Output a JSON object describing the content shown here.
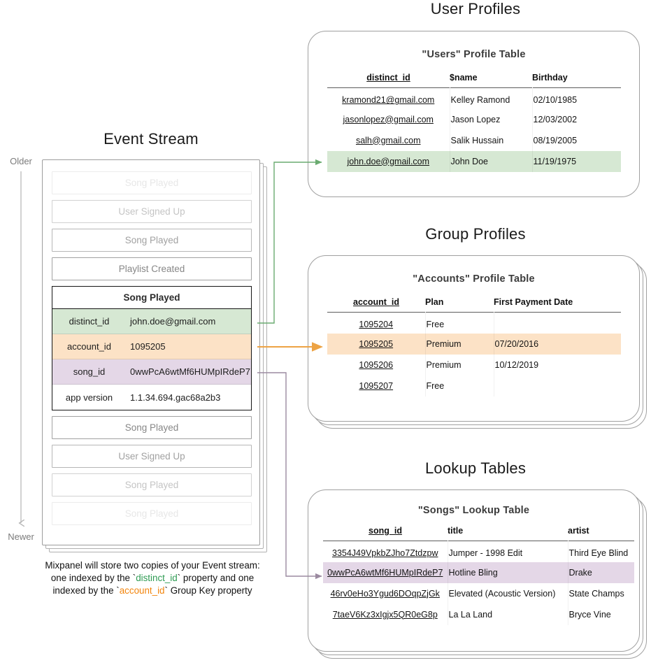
{
  "sections": {
    "event_stream_title": "Event Stream",
    "user_profiles_title": "User Profiles",
    "group_profiles_title": "Group Profiles",
    "lookup_tables_title": "Lookup Tables"
  },
  "timeline": {
    "older": "Older",
    "newer": "Newer"
  },
  "event_stream": {
    "items_before": [
      {
        "label": "Song Played",
        "fade": "f1"
      },
      {
        "label": "User Signed Up",
        "fade": "f2"
      },
      {
        "label": "Song Played",
        "fade": "f3"
      },
      {
        "label": "Playlist Created",
        "fade": "f4"
      }
    ],
    "expanded_event": {
      "title": "Song Played",
      "properties": [
        {
          "key": "distinct_id",
          "value": "john.doe@gmail.com",
          "highlight": "green"
        },
        {
          "key": "account_id",
          "value": "1095205",
          "highlight": "orange"
        },
        {
          "key": "song_id",
          "value": "0wwPcA6wtMf6HUMpIRdeP7",
          "highlight": "purple"
        },
        {
          "key": "app version",
          "value": "1.1.34.694.gac68a2b3",
          "highlight": "none"
        }
      ]
    },
    "items_after": [
      {
        "label": "Song Played",
        "fade": "f4"
      },
      {
        "label": "User Signed Up",
        "fade": "f3"
      },
      {
        "label": "Song Played",
        "fade": "f2"
      },
      {
        "label": "Song Played",
        "fade": "f1"
      }
    ]
  },
  "caption": {
    "line1_a": "Mixpanel will store two copies of your Event stream:",
    "line2_a": "one indexed by the `",
    "line2_token": "distinct_id",
    "line2_b": "` property and one",
    "line3_a": "indexed by the `",
    "line3_token": "account_id",
    "line3_b": "` Group Key property"
  },
  "users_table": {
    "title": "\"Users\" Profile Table",
    "columns": [
      "distinct_id",
      "$name",
      "Birthday"
    ],
    "rows": [
      {
        "cells": [
          "kramond21@gmail.com",
          "Kelley Ramond",
          "02/10/1985"
        ],
        "highlight": "none"
      },
      {
        "cells": [
          "jasonlopez@gmail.com",
          "Jason Lopez",
          "12/03/2002"
        ],
        "highlight": "none"
      },
      {
        "cells": [
          "salh@gmail.com",
          "Salik Hussain",
          "08/19/2005"
        ],
        "highlight": "none"
      },
      {
        "cells": [
          "john.doe@gmail.com",
          "John Doe",
          "11/19/1975"
        ],
        "highlight": "green"
      }
    ]
  },
  "accounts_table": {
    "title": "\"Accounts\" Profile Table",
    "columns": [
      "account_id",
      "Plan",
      "First Payment Date"
    ],
    "rows": [
      {
        "cells": [
          "1095204",
          "Free",
          ""
        ],
        "highlight": "none"
      },
      {
        "cells": [
          "1095205",
          "Premium",
          "07/20/2016"
        ],
        "highlight": "orange"
      },
      {
        "cells": [
          "1095206",
          "Premium",
          "10/12/2019"
        ],
        "highlight": "none"
      },
      {
        "cells": [
          "1095207",
          "Free",
          ""
        ],
        "highlight": "none"
      }
    ]
  },
  "songs_table": {
    "title": "\"Songs\" Lookup Table",
    "columns": [
      "song_id",
      "title",
      "artist"
    ],
    "rows": [
      {
        "cells": [
          "3354J49VpkbZJho7Ztdzpw",
          "Jumper - 1998 Edit",
          "Third Eye Blind"
        ],
        "highlight": "none"
      },
      {
        "cells": [
          "0wwPcA6wtMf6HUMpIRdeP7",
          "Hotline Bling",
          "Drake"
        ],
        "highlight": "purple"
      },
      {
        "cells": [
          "46rv0eHo3Ygud6DOqpZjGk",
          "Elevated (Acoustic Version)",
          "State Champs"
        ],
        "highlight": "none"
      },
      {
        "cells": [
          "7taeV6Kz3xIgjx5QR0eG8p",
          "La La Land",
          "Bryce Vine"
        ],
        "highlight": "none"
      }
    ]
  },
  "colors": {
    "green_row": "#d6e8d3",
    "orange_row": "#fce2c6",
    "purple_row": "#e4d7e7",
    "green_arrow": "#6aab70",
    "orange_arrow": "#e8a council",
    "orange_arrow_hex": "#eeab52",
    "purple_arrow": "#9b8aa0",
    "token_green": "#2e9b53",
    "token_orange": "#f2850d",
    "card_border": "#a0a0a0"
  }
}
